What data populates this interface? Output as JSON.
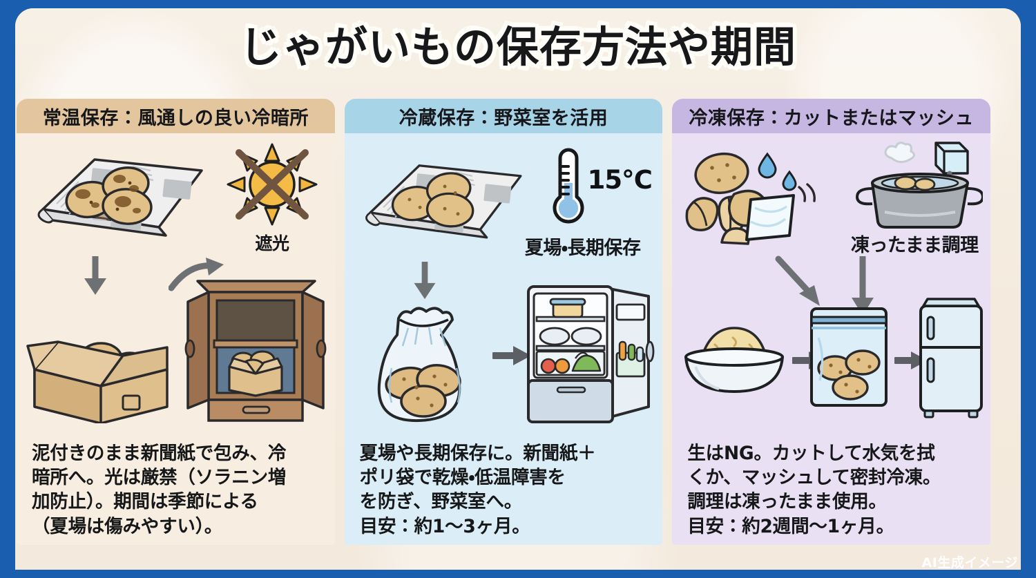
{
  "poster": {
    "title": "じゃがいもの保存方法や期間",
    "footer_badge": "AI生成イメージ",
    "border_color": "#1A5FAF",
    "card_color": "#F6EFE4"
  },
  "columns": [
    {
      "id": "room-temperature",
      "header": "常温保存：風通しの良い冷暗所",
      "header_bg": "#E4C69E",
      "panel_bg": "#F7EDE0",
      "caption_1": "遮光",
      "body": "泥付きのまま新聞紙で包み、冷\n暗所へ。光は厳禁（ソラニン増\n加防止）。期間は季節による\n（夏場は傷みやすい）。",
      "art": {
        "newspaper_potatoes": "muddy-potatoes-on-newspaper",
        "sun_blocked": "sun-with-cross",
        "cardboard_box": "box-with-potatoes",
        "cabinet": "wooden-cabinet-with-box"
      }
    },
    {
      "id": "refrigerated",
      "header": "冷蔵保存：野菜室を活用",
      "header_bg": "#A8D4E8",
      "panel_bg": "#DBEDF6",
      "temperature": "15℃",
      "caption_1": "夏場・長期保存",
      "body": "夏場や長期保存に。新聞紙＋\nポリ袋で乾燥・低温障害を\nを防ぎ、野菜室へ。\n目安：約1〜3ヶ月。",
      "art": {
        "newspaper_potatoes": "potatoes-on-newspaper",
        "thermometer": "thermometer-15c",
        "poly_bag": "plastic-bag-with-potatoes",
        "fridge": "open-refrigerator-vegetable-drawer"
      }
    },
    {
      "id": "frozen",
      "header": "冷凍保存：カットまたはマッシュ",
      "header_bg": "#C6B6E2",
      "panel_bg": "#E9E0F3",
      "caption_1": "凍ったまま調理",
      "body": "生はNG。カットして水気を拭\nくか、マッシュして密封冷凍。\n調理は凍ったまま使用。\n目安：約2週間〜1ヶ月。",
      "art": {
        "cut_potatoes": "cut-potatoes-wipe-water",
        "pot": "pot-cooking-from-frozen",
        "mash_bowl": "mashed-potato-bowl",
        "zip_bag": "zip-bag-with-potatoes",
        "freezer": "upright-freezer"
      }
    }
  ]
}
